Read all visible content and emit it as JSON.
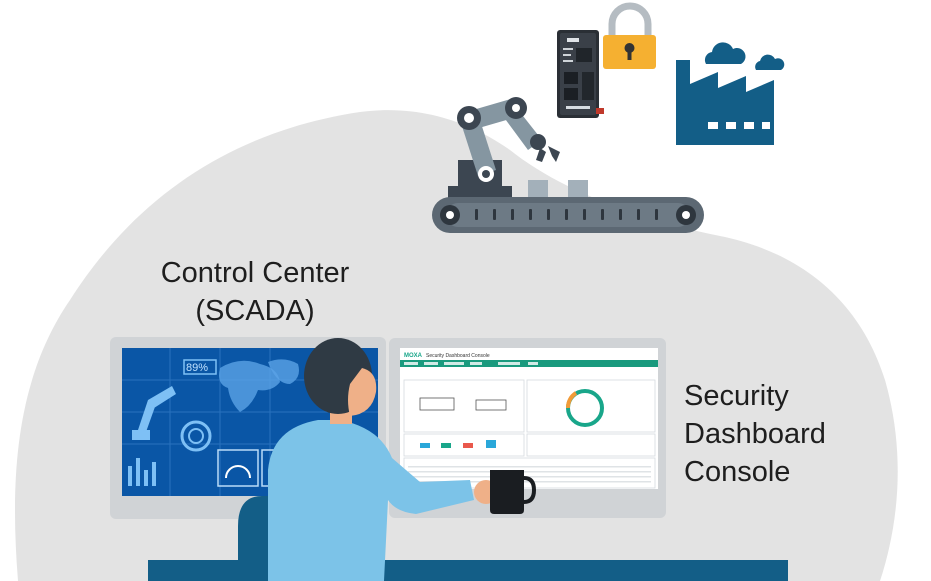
{
  "labels": {
    "scada_line1": "Control Center",
    "scada_line2": "(SCADA)",
    "sdc_line1": "Security",
    "sdc_line2": "Dashboard",
    "sdc_line3": "Console"
  },
  "dashboard": {
    "brand": "MOXA",
    "title": "Security Dashboard Console"
  },
  "scada_screen": {
    "readout": "89%"
  },
  "icons": [
    "robot-arm-icon",
    "conveyor-belt-icon",
    "padlock-icon",
    "factory-icon",
    "cloud-icon",
    "network-device-icon",
    "coffee-mug-icon"
  ],
  "colors": {
    "blob": "#e3e3e3",
    "dark_blue": "#135e87",
    "robot_grey": "#8596a1",
    "robot_dark": "#3c4651",
    "padlock": "#f5b031",
    "person_shirt": "#7cc3e8",
    "skin": "#efb088",
    "hair": "#2f3a44",
    "monitor_frame": "#d0d3d6",
    "scada_screen": "#0a56a6",
    "dashboard_accent": "#19a68a"
  }
}
